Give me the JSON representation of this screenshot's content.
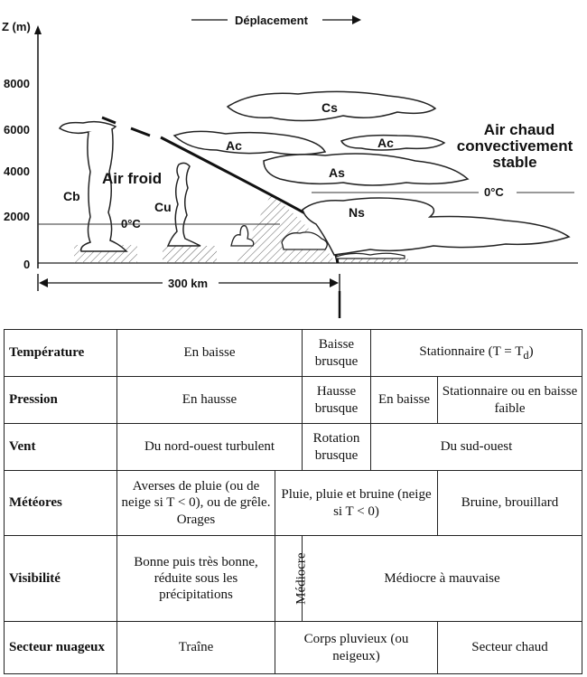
{
  "diagram": {
    "direction_label": "Déplacement",
    "axis_label": "Z (m)",
    "y_ticks": [
      "8000",
      "6000",
      "4000",
      "2000",
      "0"
    ],
    "distance_label": "300 km",
    "zero_cold": "0°C",
    "zero_warm": "0°C",
    "cold_air": "Air froid",
    "warm_air_lines": [
      "Air chaud",
      "convectivement",
      "stable"
    ],
    "clouds": {
      "cs": "Cs",
      "ac1": "Ac",
      "ac2": "Ac",
      "as": "As",
      "ns": "Ns",
      "cb": "Cb",
      "cu": "Cu"
    }
  },
  "table": {
    "temperature": {
      "label": "Température",
      "c1": "En baisse",
      "c2": "Baisse brusque",
      "c3": "Stationnaire (T = T",
      "c3_sub": "d",
      "c3_end": ")"
    },
    "pression": {
      "label": "Pression",
      "c1": "En hausse",
      "c2": "Hausse brusque",
      "c3": "En baisse",
      "c4": "Stationnaire ou en baisse faible"
    },
    "vent": {
      "label": "Vent",
      "c1": "Du nord-ouest turbulent",
      "c2": "Rotation brusque",
      "c3": "Du sud-ouest"
    },
    "meteores": {
      "label": "Météores",
      "c1": "Averses de pluie (ou de neige si T < 0), ou de grêle. Orages",
      "c2": "Pluie, pluie et bruine (neige si T < 0)",
      "c3": "Bruine, brouillard"
    },
    "visibilite": {
      "label": "Visibilité",
      "c1": "Bonne puis très bonne, réduite sous les précipitations",
      "c2": "Médiocre",
      "c3": "Médiocre à mauvaise"
    },
    "secteur": {
      "label": "Secteur nuageux",
      "c1": "Traîne",
      "c2": "Corps pluvieux (ou neigeux)",
      "c3": "Secteur chaud"
    }
  }
}
